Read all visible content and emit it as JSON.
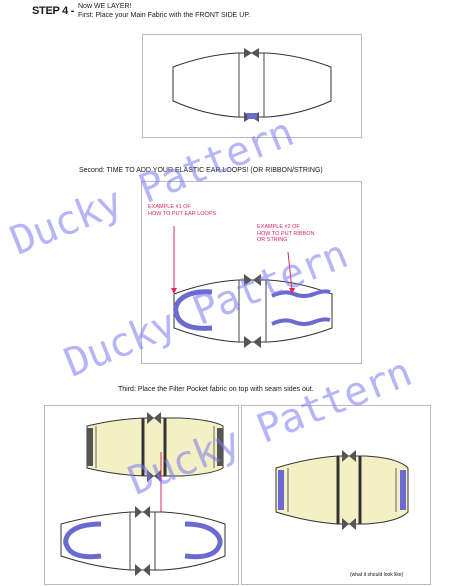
{
  "step": {
    "label": "STEP 4 -",
    "line1": "Now WE LAYER!",
    "line2": "First: Place your Main Fabric with the FRONT SIDE UP."
  },
  "second": {
    "heading": "Second: TIME TO ADD YOUR ELASTIC EAR LOOPS! (OR RIBBON/STRING)",
    "example1_line1": "EXAMPLE #1 OF",
    "example1_line2": "HOW TO PUT EAR LOOPS",
    "example2_line1": "EXAMPLE #2 OF",
    "example2_line2": "HOW TO PUT RIBBON",
    "example2_line3": "OR STRING"
  },
  "third": {
    "heading": "Third: Place the Filter Pocket fabric on top with seam sides out.",
    "caption": "(what it should look like)"
  },
  "watermark": {
    "text": "Ducky Pattern"
  },
  "colors": {
    "pocket_fill": "#f5efc6",
    "loop_stroke": "#6a6ad0",
    "annotation": "#e0245e",
    "watermark": "#7878f0"
  }
}
